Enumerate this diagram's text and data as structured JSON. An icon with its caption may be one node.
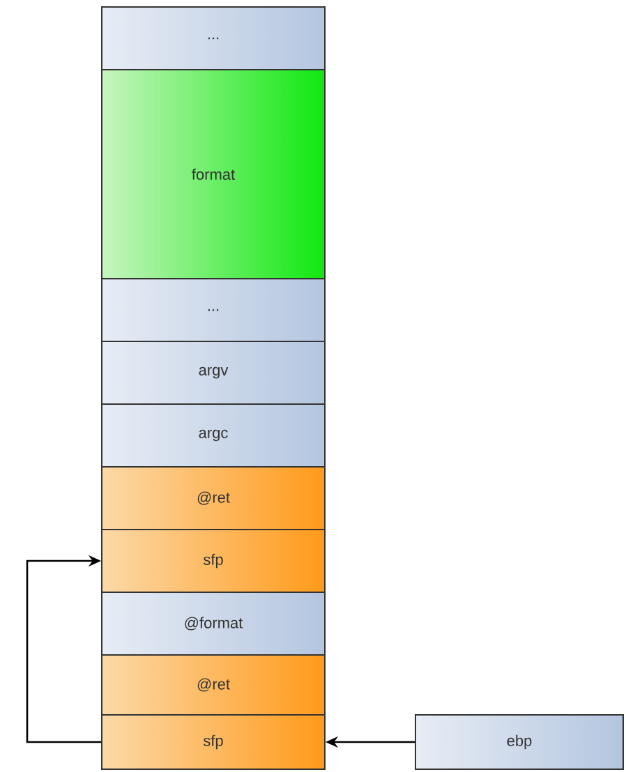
{
  "diagram": {
    "nodes": [
      {
        "text": [
          "..."
        ]
      },
      {
        "text": [
          "format"
        ]
      },
      {
        "text": [
          "..."
        ]
      },
      {
        "text": [
          "argv"
        ]
      },
      {
        "text": [
          "argc"
        ]
      },
      {
        "text": [
          "@ret"
        ]
      },
      {
        "text": [
          "sfp"
        ]
      },
      {
        "text": [
          "@format"
        ]
      },
      {
        "text": [
          "@ret"
        ]
      },
      {
        "text": [
          "sfp"
        ]
      },
      {
        "text": [
          "ebp"
        ]
      }
    ],
    "edges": [
      {
        "from": 9,
        "to": 6,
        "arrow": "to"
      },
      {
        "from": 10,
        "to": 9,
        "arrow": "to"
      }
    ]
  }
}
